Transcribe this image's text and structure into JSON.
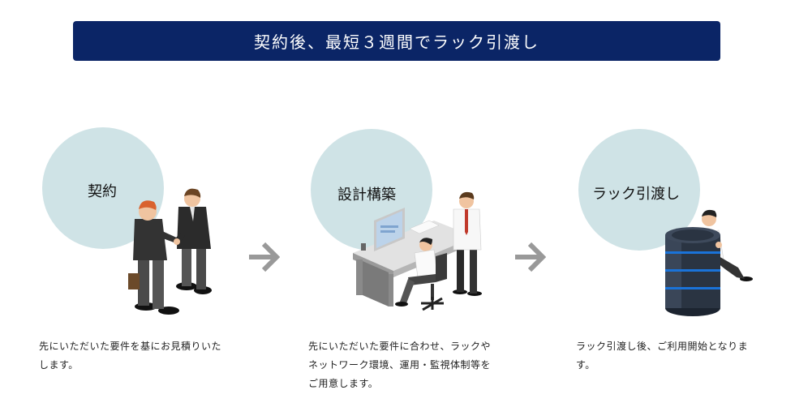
{
  "banner": {
    "title": "契約後、最短３週間でラック引渡し"
  },
  "steps": [
    {
      "label": "契約",
      "description": "先にいただいた要件を基にお見積りいたします。"
    },
    {
      "label": "設計構築",
      "description": "先にいただいた要件に合わせ、ラックやネットワーク環境、運用・監視体制等をご用意します。"
    },
    {
      "label": "ラック引渡し",
      "description": "ラック引渡し後、ご利用開始となります。"
    }
  ],
  "colors": {
    "banner": "#0b2566",
    "circle": "#cfe3e6",
    "arrow": "#999999"
  },
  "icons": [
    "handshake-illustration",
    "office-construction-illustration",
    "server-rack-illustration",
    "arrow-right-icon"
  ]
}
